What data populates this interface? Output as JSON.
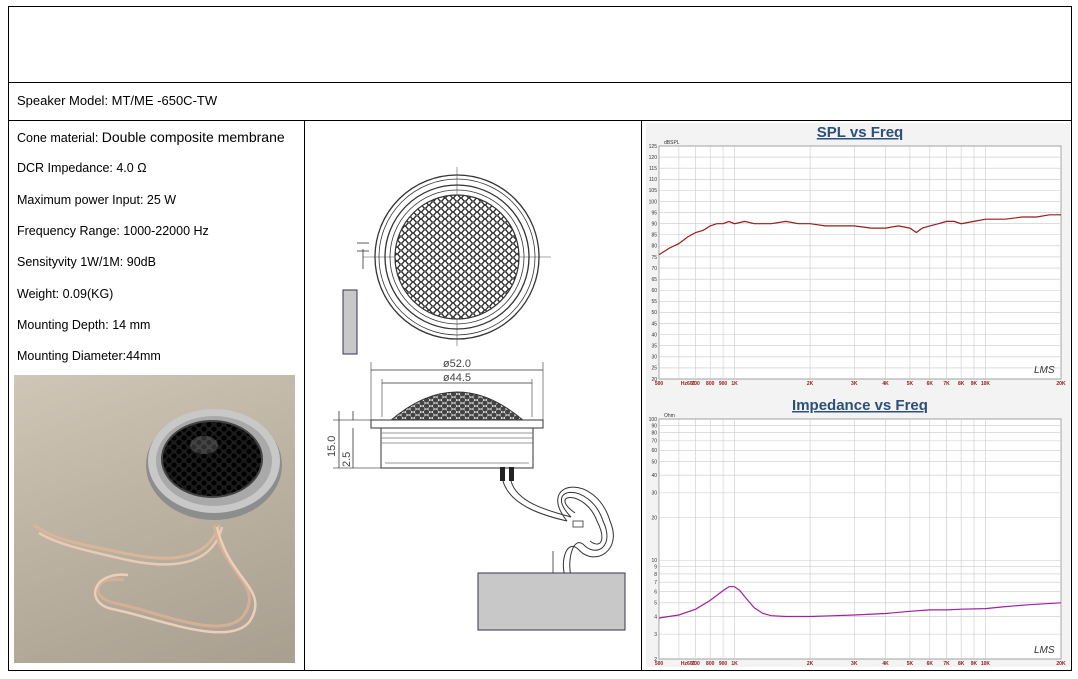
{
  "model_label": "Speaker Model: MT/ME -650C-TW",
  "specs": {
    "cone_prefix": "Cone material:",
    "cone_value": "Double  composite membrane",
    "dcr": "DCR Impedance: 4.0 Ω",
    "power": "Maximum power Input: 25 W",
    "freq_range": "Frequency Range: 1000-22000 Hz",
    "sensitivity": "Sensityvity 1W/1M: 90dB",
    "weight": "Weight: 0.09(KG)",
    "depth": "Mounting Depth: 14 mm",
    "diameter": "Mounting Diameter:44mm"
  },
  "drawing": {
    "dim_outer": "ø52.0",
    "dim_inner": "ø44.5",
    "dim_height": "15.0",
    "dim_flange": "2.5"
  },
  "chart_data": [
    {
      "type": "line",
      "title": "SPL vs Freq",
      "ylabel": "dBSPL",
      "xscale": "log",
      "xlim": [
        500,
        20000
      ],
      "ylim": [
        20,
        125
      ],
      "grid": true,
      "watermark": "LMS",
      "x_ticks": [
        "500",
        "Hz600",
        "700",
        "800",
        "900",
        "1K",
        "2K",
        "3K",
        "4K",
        "5K",
        "6K",
        "7K",
        "8K",
        "9K",
        "10K",
        "20K"
      ],
      "x_tick_values": [
        500,
        600,
        700,
        800,
        900,
        1000,
        2000,
        3000,
        4000,
        5000,
        6000,
        7000,
        8000,
        9000,
        10000,
        20000
      ],
      "y_ticks": [
        125,
        120,
        115,
        110,
        105,
        100,
        95,
        90,
        85,
        80,
        75,
        70,
        65,
        60,
        55,
        50,
        45,
        40,
        35,
        30,
        25,
        20
      ],
      "color": "#9b1b1b",
      "series": [
        {
          "x": [
            500,
            550,
            600,
            650,
            700,
            750,
            800,
            850,
            900,
            950,
            1000,
            1100,
            1200,
            1400,
            1600,
            1800,
            2000,
            2300,
            2600,
            3000,
            3500,
            4000,
            4500,
            5000,
            5300,
            5600,
            6000,
            6500,
            7000,
            7500,
            8000,
            9000,
            10000,
            12000,
            14000,
            16000,
            18000,
            20000
          ],
          "y": [
            76,
            79,
            81,
            84,
            86,
            87,
            89,
            90,
            90,
            91,
            90,
            91,
            90,
            90,
            91,
            90,
            90,
            89,
            89,
            89,
            88,
            88,
            89,
            88,
            86,
            88,
            89,
            90,
            91,
            91,
            90,
            91,
            92,
            92,
            93,
            93,
            94,
            94
          ]
        }
      ]
    },
    {
      "type": "line",
      "title": "Impedance vs Freq",
      "ylabel": "Ohm",
      "xscale": "log",
      "yscale": "log",
      "xlim": [
        500,
        20000
      ],
      "ylim": [
        2,
        100
      ],
      "grid": true,
      "watermark": "LMS",
      "x_ticks": [
        "500",
        "Hz600",
        "700",
        "800",
        "900",
        "1K",
        "2K",
        "3K",
        "4K",
        "5K",
        "6K",
        "7K",
        "8K",
        "9K",
        "10K",
        "20K"
      ],
      "x_tick_values": [
        500,
        600,
        700,
        800,
        900,
        1000,
        2000,
        3000,
        4000,
        5000,
        6000,
        7000,
        8000,
        9000,
        10000,
        20000
      ],
      "y_ticks": [
        100,
        90,
        80,
        70,
        60,
        50,
        40,
        30,
        20,
        10,
        9,
        8,
        7,
        6,
        5,
        4,
        3,
        2
      ],
      "color": "#a020a0",
      "series": [
        {
          "x": [
            500,
            600,
            700,
            800,
            900,
            950,
            1000,
            1050,
            1100,
            1200,
            1300,
            1400,
            1600,
            2000,
            2500,
            3000,
            4000,
            5000,
            6000,
            7000,
            8000,
            10000,
            12000,
            15000,
            20000
          ],
          "y": [
            3.9,
            4.1,
            4.5,
            5.2,
            6.1,
            6.5,
            6.5,
            6.1,
            5.5,
            4.6,
            4.2,
            4.05,
            4.0,
            4.0,
            4.05,
            4.1,
            4.2,
            4.35,
            4.45,
            4.45,
            4.5,
            4.55,
            4.7,
            4.85,
            5.0
          ]
        }
      ]
    }
  ]
}
